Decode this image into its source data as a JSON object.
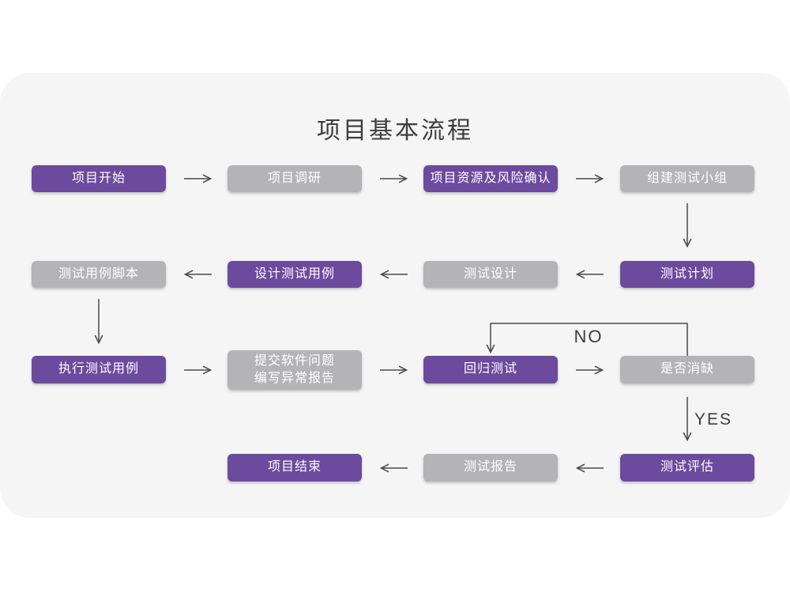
{
  "title": "项目基本流程",
  "labels": {
    "no": "NO",
    "yes": "YES"
  },
  "colors": {
    "primary_accent": "#6c4a9e",
    "secondary_node": "#b4b4b6",
    "card_background": "#f5f5f6",
    "page_background": "#ffffff",
    "arrow": "#4a4a4a",
    "node_text": "#ffffff",
    "title_text": "#3d3d3d"
  },
  "nodes": [
    {
      "label": "项目开始",
      "type": "primary"
    },
    {
      "label": "项目调研",
      "type": "secondary"
    },
    {
      "label": "项目资源及风险确认",
      "type": "primary"
    },
    {
      "label": "组建测试小组",
      "type": "secondary"
    },
    {
      "label": "测试计划",
      "type": "primary"
    },
    {
      "label": "测试设计",
      "type": "secondary"
    },
    {
      "label": "设计测试用例",
      "type": "primary"
    },
    {
      "label": "测试用例脚本",
      "type": "secondary"
    },
    {
      "label": "执行测试用例",
      "type": "primary"
    },
    {
      "label": "提交软件问题\n编写异常报告",
      "type": "secondary"
    },
    {
      "label": "回归测试",
      "type": "primary"
    },
    {
      "label": "是否消缺",
      "type": "secondary"
    },
    {
      "label": "测试评估",
      "type": "primary"
    },
    {
      "label": "测试报告",
      "type": "secondary"
    },
    {
      "label": "项目结束",
      "type": "primary"
    }
  ],
  "flow": {
    "edges": [
      {
        "from": "项目开始",
        "to": "项目调研"
      },
      {
        "from": "项目调研",
        "to": "项目资源及风险确认"
      },
      {
        "from": "项目资源及风险确认",
        "to": "组建测试小组"
      },
      {
        "from": "组建测试小组",
        "to": "测试计划"
      },
      {
        "from": "测试计划",
        "to": "测试设计"
      },
      {
        "from": "测试设计",
        "to": "设计测试用例"
      },
      {
        "from": "设计测试用例",
        "to": "测试用例脚本"
      },
      {
        "from": "测试用例脚本",
        "to": "执行测试用例"
      },
      {
        "from": "执行测试用例",
        "to": "提交软件问题 编写异常报告"
      },
      {
        "from": "提交软件问题 编写异常报告",
        "to": "回归测试"
      },
      {
        "from": "回归测试",
        "to": "是否消缺"
      },
      {
        "from": "是否消缺",
        "to": "回归测试",
        "label": "NO"
      },
      {
        "from": "是否消缺",
        "to": "测试评估",
        "label": "YES"
      },
      {
        "from": "测试评估",
        "to": "测试报告"
      },
      {
        "from": "测试报告",
        "to": "项目结束"
      }
    ]
  }
}
